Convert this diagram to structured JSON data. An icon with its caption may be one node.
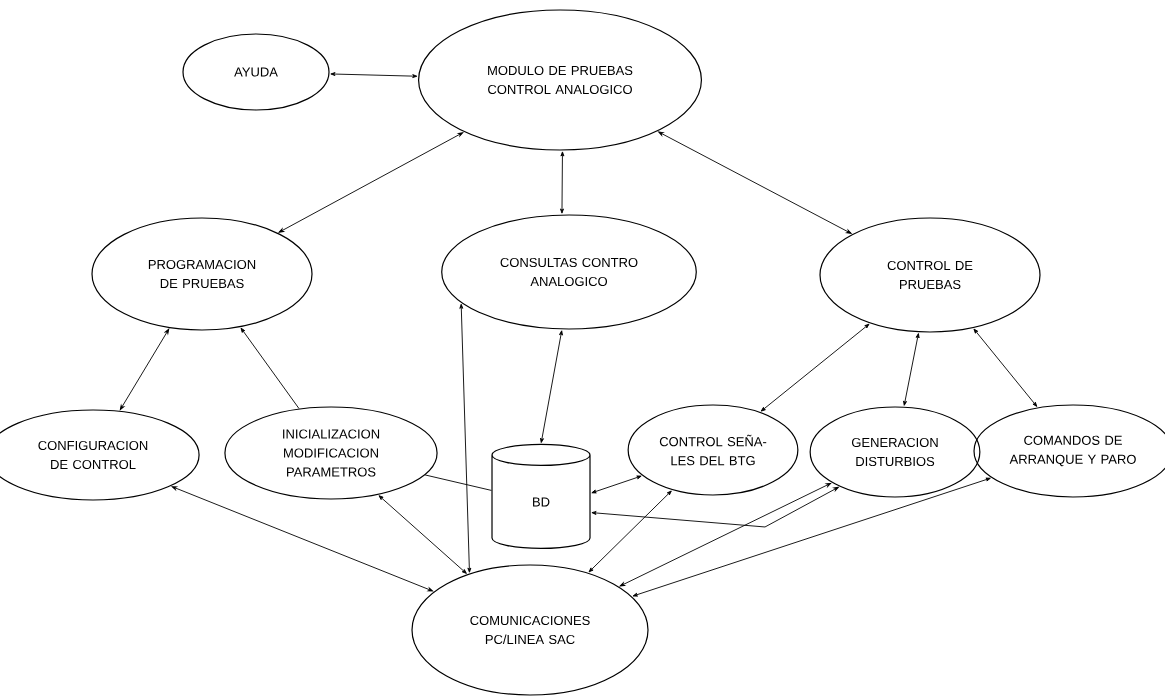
{
  "diagram": {
    "nodes": [
      {
        "text": [
          "MODULO DE PRUEBAS CONTROL ANALOGICO"
        ]
      },
      {
        "text": [
          "AYUDA"
        ]
      },
      {
        "text": [
          "PROGRAMACION DE PRUEBAS"
        ]
      },
      {
        "text": [
          "CONSULTAS CONTRO ANALOGICO"
        ]
      },
      {
        "text": [
          "CONTROL DE PRUEBAS"
        ]
      },
      {
        "text": [
          "CONFIGURACION DE CONTROL"
        ]
      },
      {
        "text": [
          "INICIALIZACION MODIFICACION PARAMETROS"
        ]
      },
      {
        "text": [
          "BD"
        ]
      },
      {
        "text": [
          "CONTROL SEÑA-LES DEL BTG"
        ]
      },
      {
        "text": [
          "GENERACION DISTURBIOS"
        ]
      },
      {
        "text": [
          "COMANDOS DE ARRANQUE Y PARO"
        ]
      },
      {
        "text": [
          "COMUNICACIONES PC/LINEA SAC"
        ]
      }
    ],
    "edges": [
      {
        "from": 1,
        "to": 0,
        "arrow": "both"
      },
      {
        "from": 0,
        "to": 2,
        "arrow": "both"
      },
      {
        "from": 0,
        "to": 3,
        "arrow": "both"
      },
      {
        "from": 0,
        "to": 4,
        "arrow": "both"
      },
      {
        "from": 2,
        "to": 5,
        "arrow": "both"
      },
      {
        "from": 6,
        "to": 2,
        "arrow": "to"
      },
      {
        "from": 3,
        "to": 11,
        "arrow": "both"
      },
      {
        "from": 3,
        "to": 7,
        "arrow": "both"
      },
      {
        "from": 4,
        "to": 8,
        "arrow": "both"
      },
      {
        "from": 4,
        "to": 9,
        "arrow": "both"
      },
      {
        "from": 4,
        "to": 10,
        "arrow": "both"
      },
      {
        "from": 6,
        "to": 7,
        "arrow": "none"
      },
      {
        "from": 8,
        "to": 7,
        "arrow": "both"
      },
      {
        "from": 9,
        "to": 7,
        "arrow": "both"
      },
      {
        "from": 5,
        "to": 11,
        "arrow": "both"
      },
      {
        "from": 6,
        "to": 11,
        "arrow": "both"
      },
      {
        "from": 8,
        "to": 11,
        "arrow": "both"
      },
      {
        "from": 9,
        "to": 11,
        "arrow": "both"
      },
      {
        "from": 10,
        "to": 11,
        "arrow": "both"
      }
    ]
  }
}
